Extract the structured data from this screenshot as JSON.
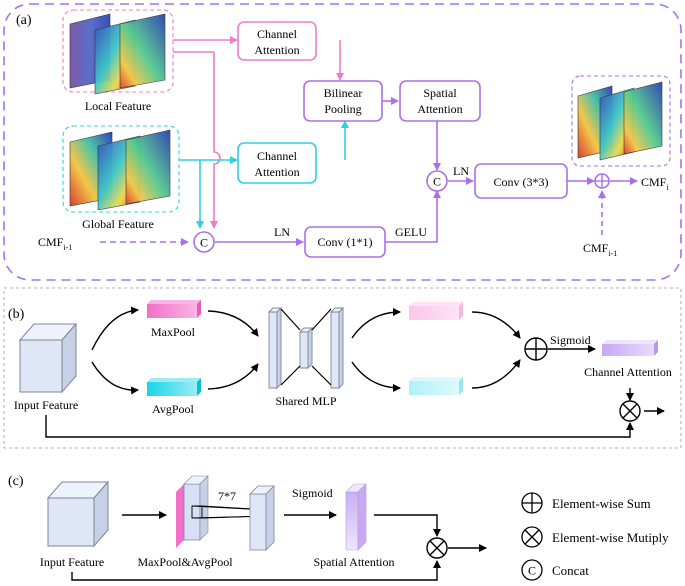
{
  "panel_a": {
    "label": "(a)",
    "local_feature": "Local Feature",
    "global_feature": "Global Feature",
    "channel_attention_1": [
      "Channel",
      "Attention"
    ],
    "channel_attention_2": [
      "Channel",
      "Attention"
    ],
    "bilinear_pooling": [
      "Bilinear",
      "Pooling"
    ],
    "spatial_attention": [
      "Spatial",
      "Attention"
    ],
    "conv_1x1": "Conv (1*1)",
    "conv_3x3": "Conv (3*3)",
    "ln_1": "LN",
    "ln_2": "LN",
    "gelu": "GELU",
    "concat_symbol": "C",
    "cmf_prev_input": {
      "base": "CMF",
      "sub": "i-1"
    },
    "cmf_prev_add": {
      "base": "CMF",
      "sub": "i-1"
    },
    "cmf_out": {
      "base": "CMF",
      "sub": "i"
    }
  },
  "panel_b": {
    "label": "(b)",
    "input_feature": "Input Feature",
    "maxpool": "MaxPool",
    "avgpool": "AvgPool",
    "shared_mlp": "Shared MLP",
    "sigmoid": "Sigmoid",
    "channel_attention": "Channel Attention"
  },
  "panel_c": {
    "label": "(c)",
    "input_feature": "Input Feature",
    "pool": "MaxPool&AvgPool",
    "kernel": "7*7",
    "sigmoid": "Sigmoid",
    "spatial_attention": "Spatial Attention"
  },
  "legend": {
    "sum": "Element-wise Sum",
    "multiply": "Element-wise Mutiply",
    "concat": "Concat",
    "concat_symbol": "C"
  },
  "colors": {
    "purple": "#a970e8",
    "pink": "#f07bcb",
    "cyan": "#2fd0e0",
    "box_face": "#dfe6f6",
    "box_edge": "#7e879b"
  }
}
